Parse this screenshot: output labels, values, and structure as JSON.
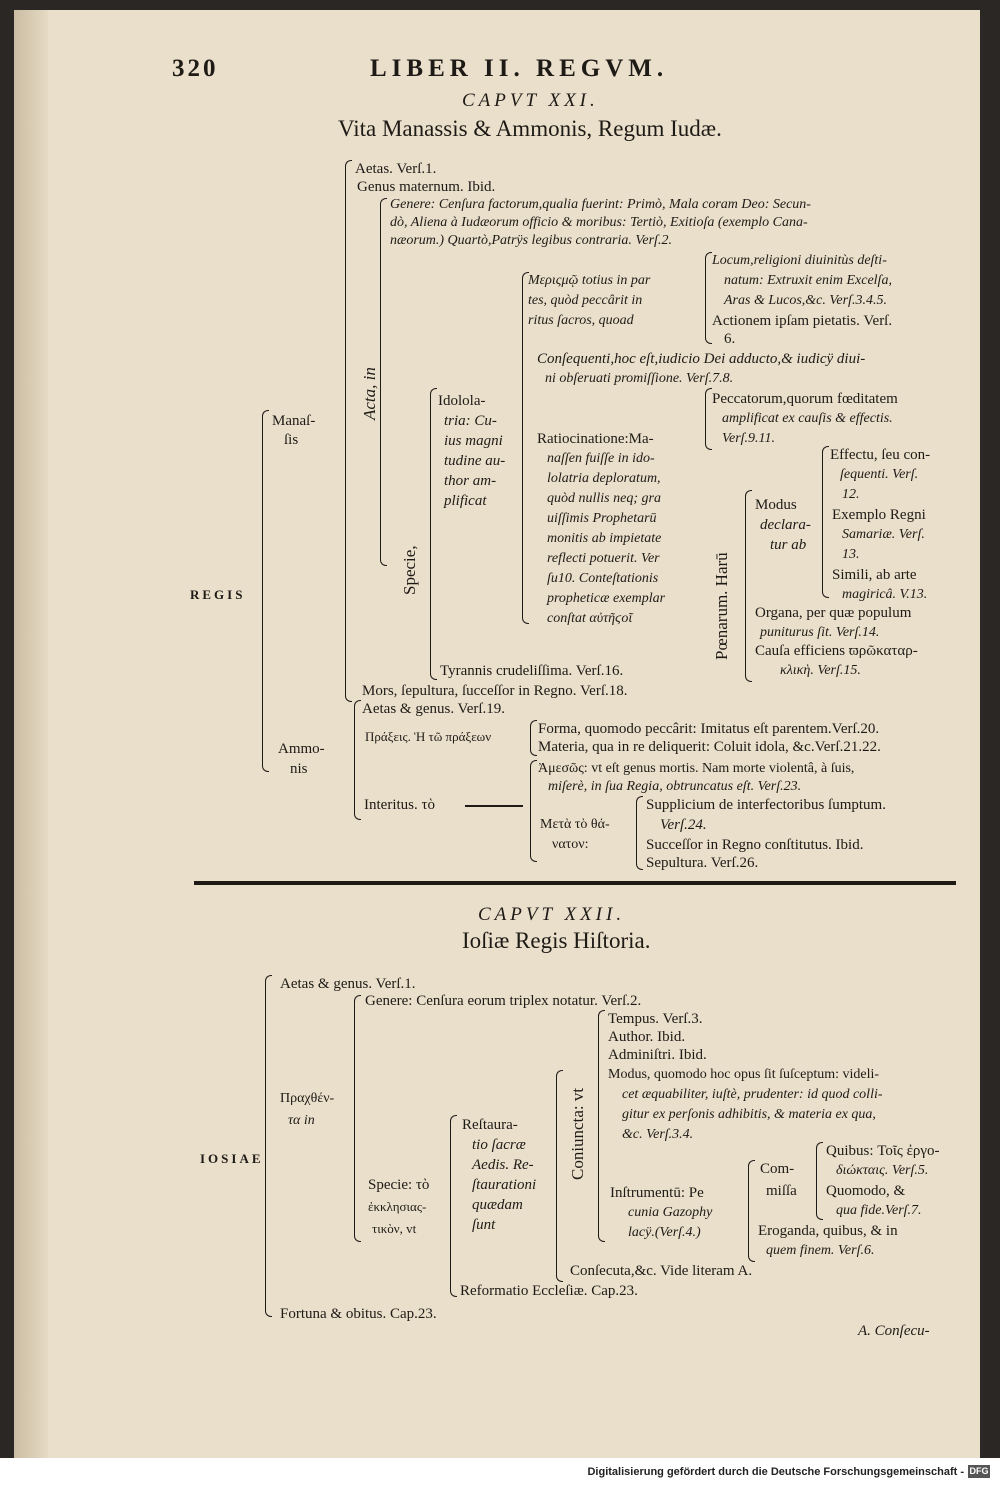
{
  "header": {
    "page_number": "320",
    "running_title": "LIBER II. REGVM."
  },
  "chapter21": {
    "label": "CAPVT XXI.",
    "title": "Vita Manassis & Ammonis, Regum Iudæ.",
    "regis": "REGIS",
    "manassis": [
      "Manaſ-",
      "ſis"
    ],
    "acta_in": "Acta, in",
    "species": "Specie,",
    "aetas": "Aetas. Verſ.1.",
    "genus": "Genus maternum. Ibid.",
    "genere": [
      "Genere: Cenſura factorum,qualia fuerint: Primò, Mala coram Deo: Secun-",
      "dò, Aliena à Iudæorum officio & moribus: Tertiò, Exitioſa (exemplo Cana-",
      "næorum.) Quartò,Patrÿs legibus contraria. Verſ.2."
    ],
    "idololatria": [
      "Idolola-",
      "tria: Cu-",
      "ius magni",
      "tudine au-",
      "thor am-",
      "plificat"
    ],
    "merismo": [
      "Μεριςμῷ totius in par",
      "tes, quòd peccârit in",
      "ritus ſacros, quoad"
    ],
    "locum": [
      "Locum,religioni diuinitùs deſti-",
      "natum: Extruxit enim Excelſa,",
      "Aras & Lucos,&c. Verſ.3.4.5."
    ],
    "actionem": [
      "Actionem ipſam pietatis. Verſ.",
      "6."
    ],
    "consequenti": [
      "Conſequenti,hoc eſt,iudicio Dei adducto,& iudicÿ diui-",
      "ni obſeruati promiſſione. Verſ.7.8."
    ],
    "peccatorum": [
      "Peccatorum,quorum fœditatem",
      "amplificat ex cauſis & effectis.",
      "Verſ.9.11."
    ],
    "ratiocinatione": [
      "Ratiocinatione:Ma-",
      "naſſen fuiſſe in ido-",
      "lolatria deploratum,",
      "quòd nullis neq; gra",
      "uiſſimis Prophetarū",
      "monitis ab impietate",
      "reflecti potuerit. Ver",
      "ſu10. Conteſtationis",
      "propheticæ exemplar",
      "conſtat αὐτῆϛοῖ"
    ],
    "poenarum": "Pœnarum. Harū",
    "modus": [
      "Modus",
      "declara-",
      "tur ab"
    ],
    "effectu": [
      "Effectu, ſeu con-",
      "ſequenti. Verſ.",
      "12."
    ],
    "exemplo": [
      "Exemplo Regni",
      "Samariæ. Verſ.",
      "13."
    ],
    "simili": [
      "Simili, ab arte",
      "magiricâ. V.13."
    ],
    "organa": [
      "Organa, per quæ populum",
      "puniturus ſit. Verſ.14."
    ],
    "causa": [
      "Cauſa efficiens ϖρῶκαταρ-",
      "κλικὴ. Verſ.15."
    ],
    "tyrannis": "Tyrannis crudeliſſima. Verſ.16.",
    "mors": "Mors, ſepultura, ſucceſſor in Regno. Verſ.18.",
    "ammonis": [
      "Ammo-",
      "nis"
    ],
    "aetas2": "Aetas & genus. Verſ.19.",
    "praxeis": "Πράξεις. Ἡ τῶ πράξεων",
    "forma": "Forma, quomodo peccârit: Imitatus eſt parentem.Verſ.20.",
    "materia": "Materia, qua in re deliquerit: Coluit idola, &c.Verſ.21.22.",
    "amesos": [
      "Ἀμεσῶς: vt eſt genus mortis. Nam morte violentâ, à ſuis,",
      "miſerè, in ſua Regia, obtruncatus eſt. Verſ.23."
    ],
    "interitus": "Interitus. τὸ",
    "meta": [
      "Μετὰ τὸ θά-",
      "νατον:"
    ],
    "supplicium": [
      "Supplicium de interfectoribus ſumptum.",
      "Verſ.24."
    ],
    "successor": "Succeſſor in Regno conſtitutus. Ibid.",
    "sepultura": "Sepultura. Verſ.26."
  },
  "chapter22": {
    "label": "CAPVT XXII.",
    "title": "Ioſiæ Regis Hiſtoria.",
    "iosiae": "IOSIAE",
    "pragchthen": [
      "Πραχθέν-",
      "τα in"
    ],
    "aetas": "Aetas & genus. Verſ.1.",
    "genere": "Genere: Cenſura eorum triplex notatur. Verſ.2.",
    "specie": [
      "Specie: τὸ",
      "ἐκκλησιας-",
      "τικὸν, vt"
    ],
    "restauratio": [
      "Reſtaura-",
      "tio ſacræ",
      "Aedis. Re-",
      "ſtaurationi",
      "quædam",
      "ſunt"
    ],
    "coniuncta": "Coniuncta: vt",
    "tempus": "Tempus. Verſ.3.",
    "author": "Author. Ibid.",
    "administri": "Adminiſtri. Ibid.",
    "modus": [
      "Modus, quomodo hoc opus ſit ſuſceptum: videli-",
      "cet æquabiliter, iuſtè, prudenter: id quod colli-",
      "gitur ex perſonis adhibitis, & materia ex qua,",
      "&c. Verſ.3.4."
    ],
    "instrumentu": [
      "Inſtrumentū: Pe",
      "cunia Gazophy",
      "lacÿ.(Verſ.4.)"
    ],
    "commissa": [
      "Com-",
      "miſſa"
    ],
    "quibus": [
      "Quibus: Τοῖς ἐργο-",
      "διώκταις. Verſ.5."
    ],
    "quomodo": [
      "Quomodo, &",
      "qua fide.Verſ.7."
    ],
    "eroganda": [
      "Eroganda, quibus, & in",
      "quem finem. Verſ.6."
    ],
    "consecuta": "Conſecuta,&c. Vide literam A.",
    "reformatio": "Reformatio Eccleſiæ. Cap.23.",
    "fortuna": "Fortuna & obitus. Cap.23.",
    "catchword": "A. Conſecu-"
  },
  "footer": {
    "text": "Digitalisierung gefördert durch die Deutsche Forschungsgemeinschaft -",
    "logo": "DFG"
  }
}
